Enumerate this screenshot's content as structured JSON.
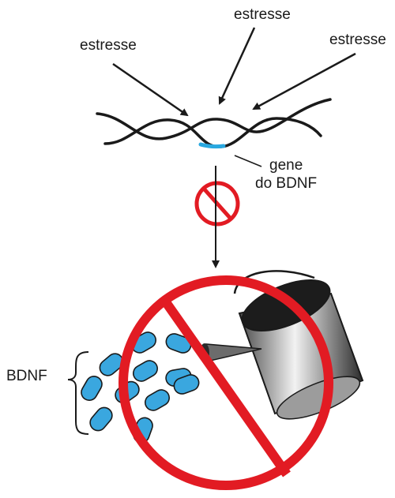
{
  "labels": {
    "stress_left": "estresse",
    "stress_top": "estresse",
    "stress_right": "estresse",
    "gene_line1": "gene",
    "gene_line2": "do BDNF",
    "bdnf": "BDNF"
  },
  "colors": {
    "prohibition_red": "#e21b23",
    "gene_blue": "#29a8e0",
    "protein_blue": "#3aa7df",
    "outline_dark": "#1a1a1a"
  },
  "icons": {
    "small_sign": "prohibition-icon",
    "big_sign": "prohibition-icon",
    "container": "watering-can-icon"
  }
}
